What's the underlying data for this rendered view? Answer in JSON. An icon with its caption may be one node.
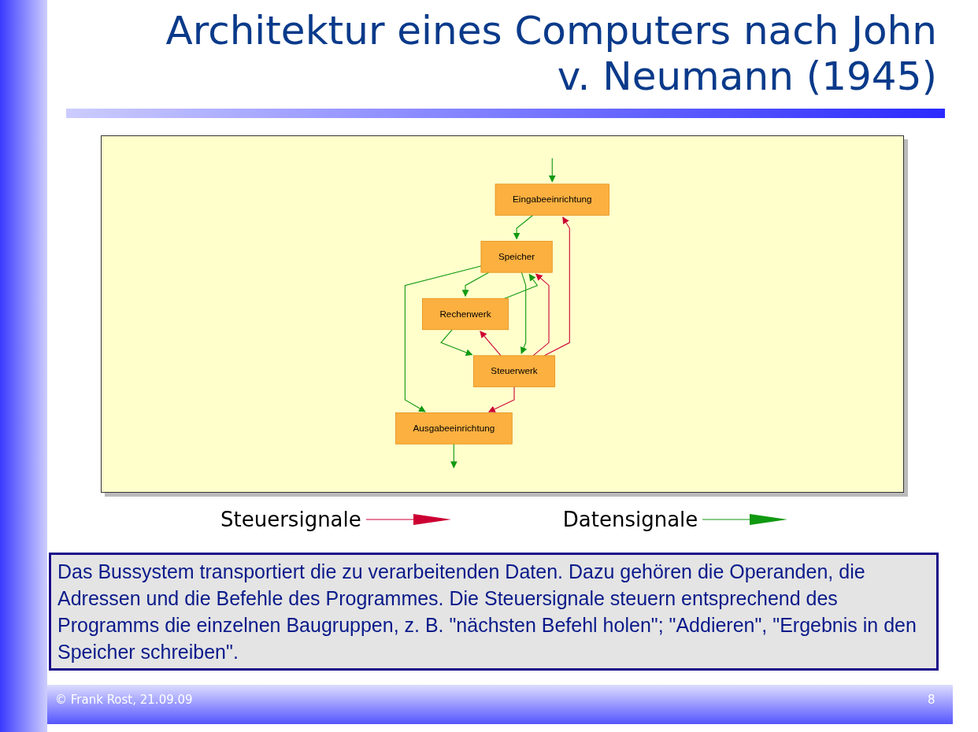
{
  "diagram": {
    "title": "Architektur eines Computers nach John v. Neumann (1945)",
    "caption": "Das Bussystem transportiert die zu verarbeitenden Daten. Dazu gehören die Operanden, die Adressen und die Befehle des Programmes. Die Steuersignale steuern entsprechend des Programms die einzelnen Baugruppen, z. B. \"nächsten Befehl holen\"; \"Addieren\", \"Ergebnis in den Speicher schreiben\".",
    "nodes": [
      {
        "text": [
          "Eingabeeinrichtung"
        ]
      },
      {
        "text": [
          "Ausgabeeinrichtung"
        ]
      },
      {
        "text": [
          "Speicher"
        ]
      },
      {
        "text": [
          "Rechenwerk"
        ]
      },
      {
        "text": [
          "Steuerwerk"
        ]
      }
    ],
    "edges": [
      {
        "from": null,
        "to": 0,
        "arrow": "to"
      },
      {
        "from": 0,
        "to": 2,
        "arrow": "to"
      },
      {
        "from": 2,
        "to": 1,
        "arrow": "to"
      },
      {
        "from": 1,
        "to": null,
        "arrow": "to"
      },
      {
        "from": 3,
        "to": 2,
        "arrow": "to"
      },
      {
        "from": 2,
        "to": 3,
        "arrow": "to"
      },
      {
        "from": 3,
        "to": 4,
        "arrow": "to"
      },
      {
        "from": 2,
        "to": 4,
        "arrow": "to"
      },
      {
        "from": 4,
        "to": 0,
        "arrow": "to",
        "color": "#cc0033"
      },
      {
        "from": 4,
        "to": 3,
        "arrow": "to",
        "color": "#cc0033"
      },
      {
        "from": 4,
        "to": 2,
        "arrow": "to",
        "color": "#cc0033"
      },
      {
        "from": 4,
        "to": 1,
        "arrow": "to",
        "color": "#cc0033"
      }
    ],
    "labels": [
      "© Frank Rost, 21.09.09",
      "8"
    ],
    "legend": [
      {
        "text": "Steuersignale"
      },
      {
        "text": "Datensignale"
      }
    ]
  }
}
